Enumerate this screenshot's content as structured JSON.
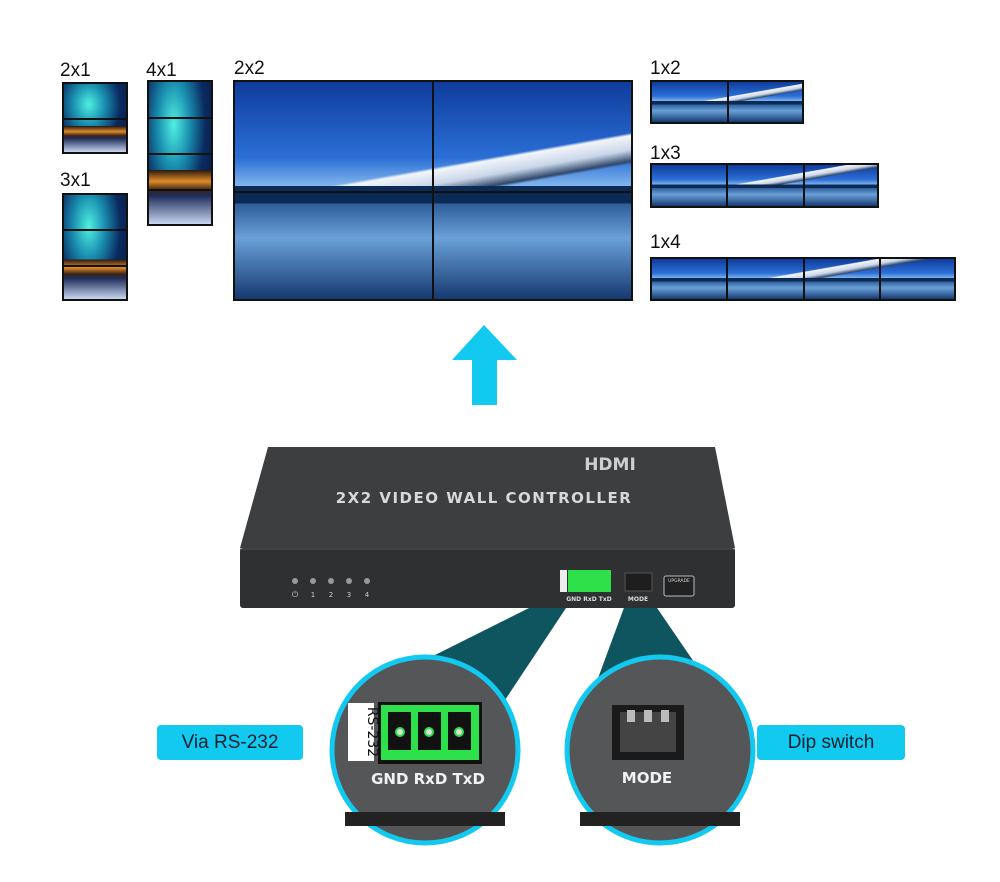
{
  "layouts": [
    {
      "label": "2x1"
    },
    {
      "label": "3x1"
    },
    {
      "label": "4x1"
    },
    {
      "label": "2x2"
    },
    {
      "label": "1x2"
    },
    {
      "label": "1x3"
    },
    {
      "label": "1x4"
    }
  ],
  "device": {
    "logo": "HDMI",
    "title": "2X2 VIDEO WALL CONTROLLER",
    "leds": [
      "⏻",
      "1",
      "2",
      "3",
      "4"
    ],
    "rs232_label": "RS-232",
    "rs232_pins": "GND RxD TxD",
    "mode_label": "MODE",
    "upgrade_label": "UPGRADE"
  },
  "callouts": {
    "rs232": {
      "tag": "Via RS-232",
      "side_label": "RS-232",
      "pins": "GND RxD TxD"
    },
    "dip": {
      "tag": "Dip switch",
      "label": "MODE"
    }
  },
  "colors": {
    "accent": "#12c9f0",
    "terminal_green": "#2ee04a",
    "device_body": "#3a3b3d"
  }
}
